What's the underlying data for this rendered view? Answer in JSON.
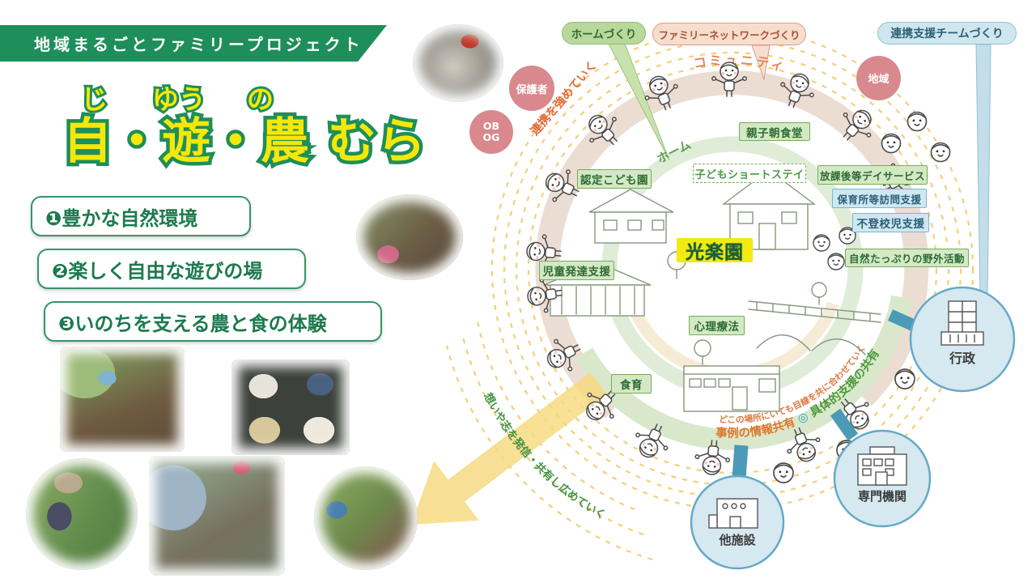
{
  "banner": {
    "label": "地域まるごとファミリープロジェクト"
  },
  "title": {
    "furigana": [
      "じ",
      "ゆう",
      "の"
    ],
    "main": "自・遊・農 むら"
  },
  "features": [
    "❶豊かな自然環境",
    "❷楽しく自由な遊びの場",
    "❸いのちを支える農と食の体験"
  ],
  "bubbles": {
    "home": "ホームづくり",
    "family": "ファミリーネットワークづくり",
    "team": "連携支援チームづくり"
  },
  "people": {
    "hogosha": "保護者",
    "ob": "OB",
    "og": "OG",
    "chiiki": "地域"
  },
  "ring_texts": {
    "community": "コミュニティ",
    "home": "ホーム",
    "strengthen": "連携を強めていく",
    "align": "どこの場所にいても目線を共に合わせていく",
    "share_case": "事例の情報共有",
    "share_icon": "◎",
    "share_support": "具体的支援の共有",
    "spread": "想いや志を発信・共有し広めていく"
  },
  "services": {
    "oyako": "親子朝食堂",
    "nintei": "認定こども園",
    "shortstay": "子どもショートステイ",
    "houkago": "放課後等デイサービス",
    "hoikusho": "保育所等訪問支援",
    "futoukou": "不登校児支援",
    "yagai": "自然たっぷりの野外活動",
    "jidou": "児童発達支援",
    "shinri": "心理療法",
    "shokuiku": "食育"
  },
  "center": {
    "name": "光楽園"
  },
  "orgs": {
    "gyousei": "行政",
    "senmon": "専門機関",
    "tashisetsu": "他施設"
  },
  "colors": {
    "brand_green": "#1e8e5a",
    "title_yellow": "#f6e70a",
    "accent_orange": "#e0703a",
    "pink_circle": "#d9898d",
    "ring_pink": "#ecddd3",
    "ring_green": "#d9e8cb",
    "dashed_yellow": "#f2c763",
    "org_blue_fill": "#d6e8f0",
    "org_blue_border": "#66a9c8",
    "highlight_yellow": "#f2ea10"
  }
}
